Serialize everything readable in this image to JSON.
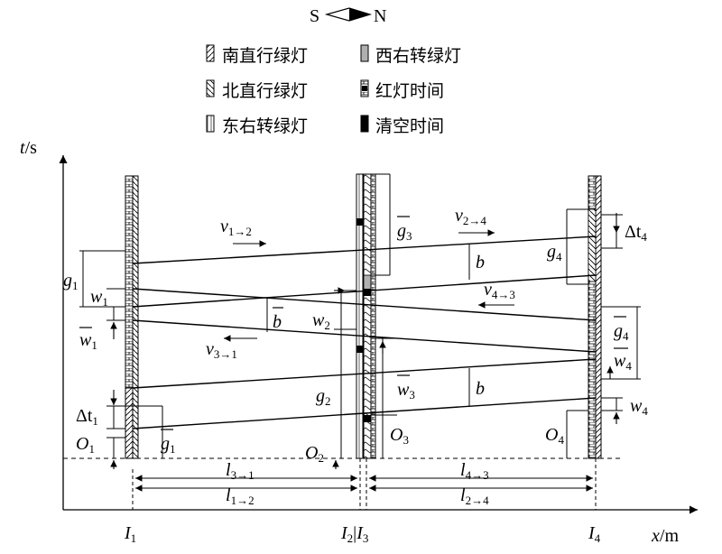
{
  "compass": {
    "south": "S",
    "north": "N"
  },
  "legend": [
    {
      "label": "南直行绿灯",
      "pattern": "diag-right"
    },
    {
      "label": "西右转绿灯",
      "pattern": "gray"
    },
    {
      "label": "北直行绿灯",
      "pattern": "diag-left"
    },
    {
      "label": "红灯时间",
      "pattern": "brick"
    },
    {
      "label": "东右转绿灯",
      "pattern": "vertical"
    },
    {
      "label": "清空时间",
      "pattern": "solid-black"
    }
  ],
  "axes": {
    "y_label_t": "t",
    "y_label_unit": "/s",
    "x_label_x": "x",
    "x_label_unit": "/m"
  },
  "intersections": {
    "I1": "I",
    "I1_sub": "1",
    "I23": "I",
    "I23_sub1": "2",
    "sep": "|",
    "I23_sub2": "3",
    "I4": "I",
    "I4_sub": "4"
  },
  "distances": {
    "l31": {
      "base": "l",
      "sub": "3→1"
    },
    "l12": {
      "base": "l",
      "sub": "1→2"
    },
    "l43": {
      "base": "l",
      "sub": "4→3"
    },
    "l24": {
      "base": "l",
      "sub": "2→4"
    }
  },
  "speeds": {
    "v12": {
      "base": "v",
      "sub": "1→2"
    },
    "v24": {
      "base": "v",
      "sub": "2→4"
    },
    "v43": {
      "base": "v",
      "sub": "4→3"
    },
    "v31": {
      "base": "v",
      "sub": "3→1"
    }
  },
  "labels": {
    "g1": {
      "base": "g",
      "sub": "1"
    },
    "w1": {
      "base": "w",
      "sub": "1"
    },
    "w1bar": {
      "base": "w",
      "sub": "1"
    },
    "dt1": {
      "base": "Δt",
      "sub": "1"
    },
    "O1": {
      "base": "O",
      "sub": "1"
    },
    "g1bar": {
      "base": "g",
      "sub": "1"
    },
    "bbar": {
      "base": "b",
      "sub": ""
    },
    "w2": {
      "base": "w",
      "sub": "2"
    },
    "g2": {
      "base": "g",
      "sub": "2"
    },
    "O2": {
      "base": "O",
      "sub": "2"
    },
    "g3bar": {
      "base": "g",
      "sub": "3"
    },
    "w3bar": {
      "base": "w",
      "sub": "3"
    },
    "O3": {
      "base": "O",
      "sub": "3"
    },
    "b_upper": {
      "base": "b",
      "sub": ""
    },
    "b_lower": {
      "base": "b",
      "sub": ""
    },
    "g4": {
      "base": "g",
      "sub": "4"
    },
    "dt4": {
      "base": "Δt",
      "sub": "4"
    },
    "g4bar": {
      "base": "g",
      "sub": "4"
    },
    "w4bar": {
      "base": "w",
      "sub": "4"
    },
    "w4": {
      "base": "w",
      "sub": "4"
    },
    "O4": {
      "base": "O",
      "sub": "4"
    }
  }
}
